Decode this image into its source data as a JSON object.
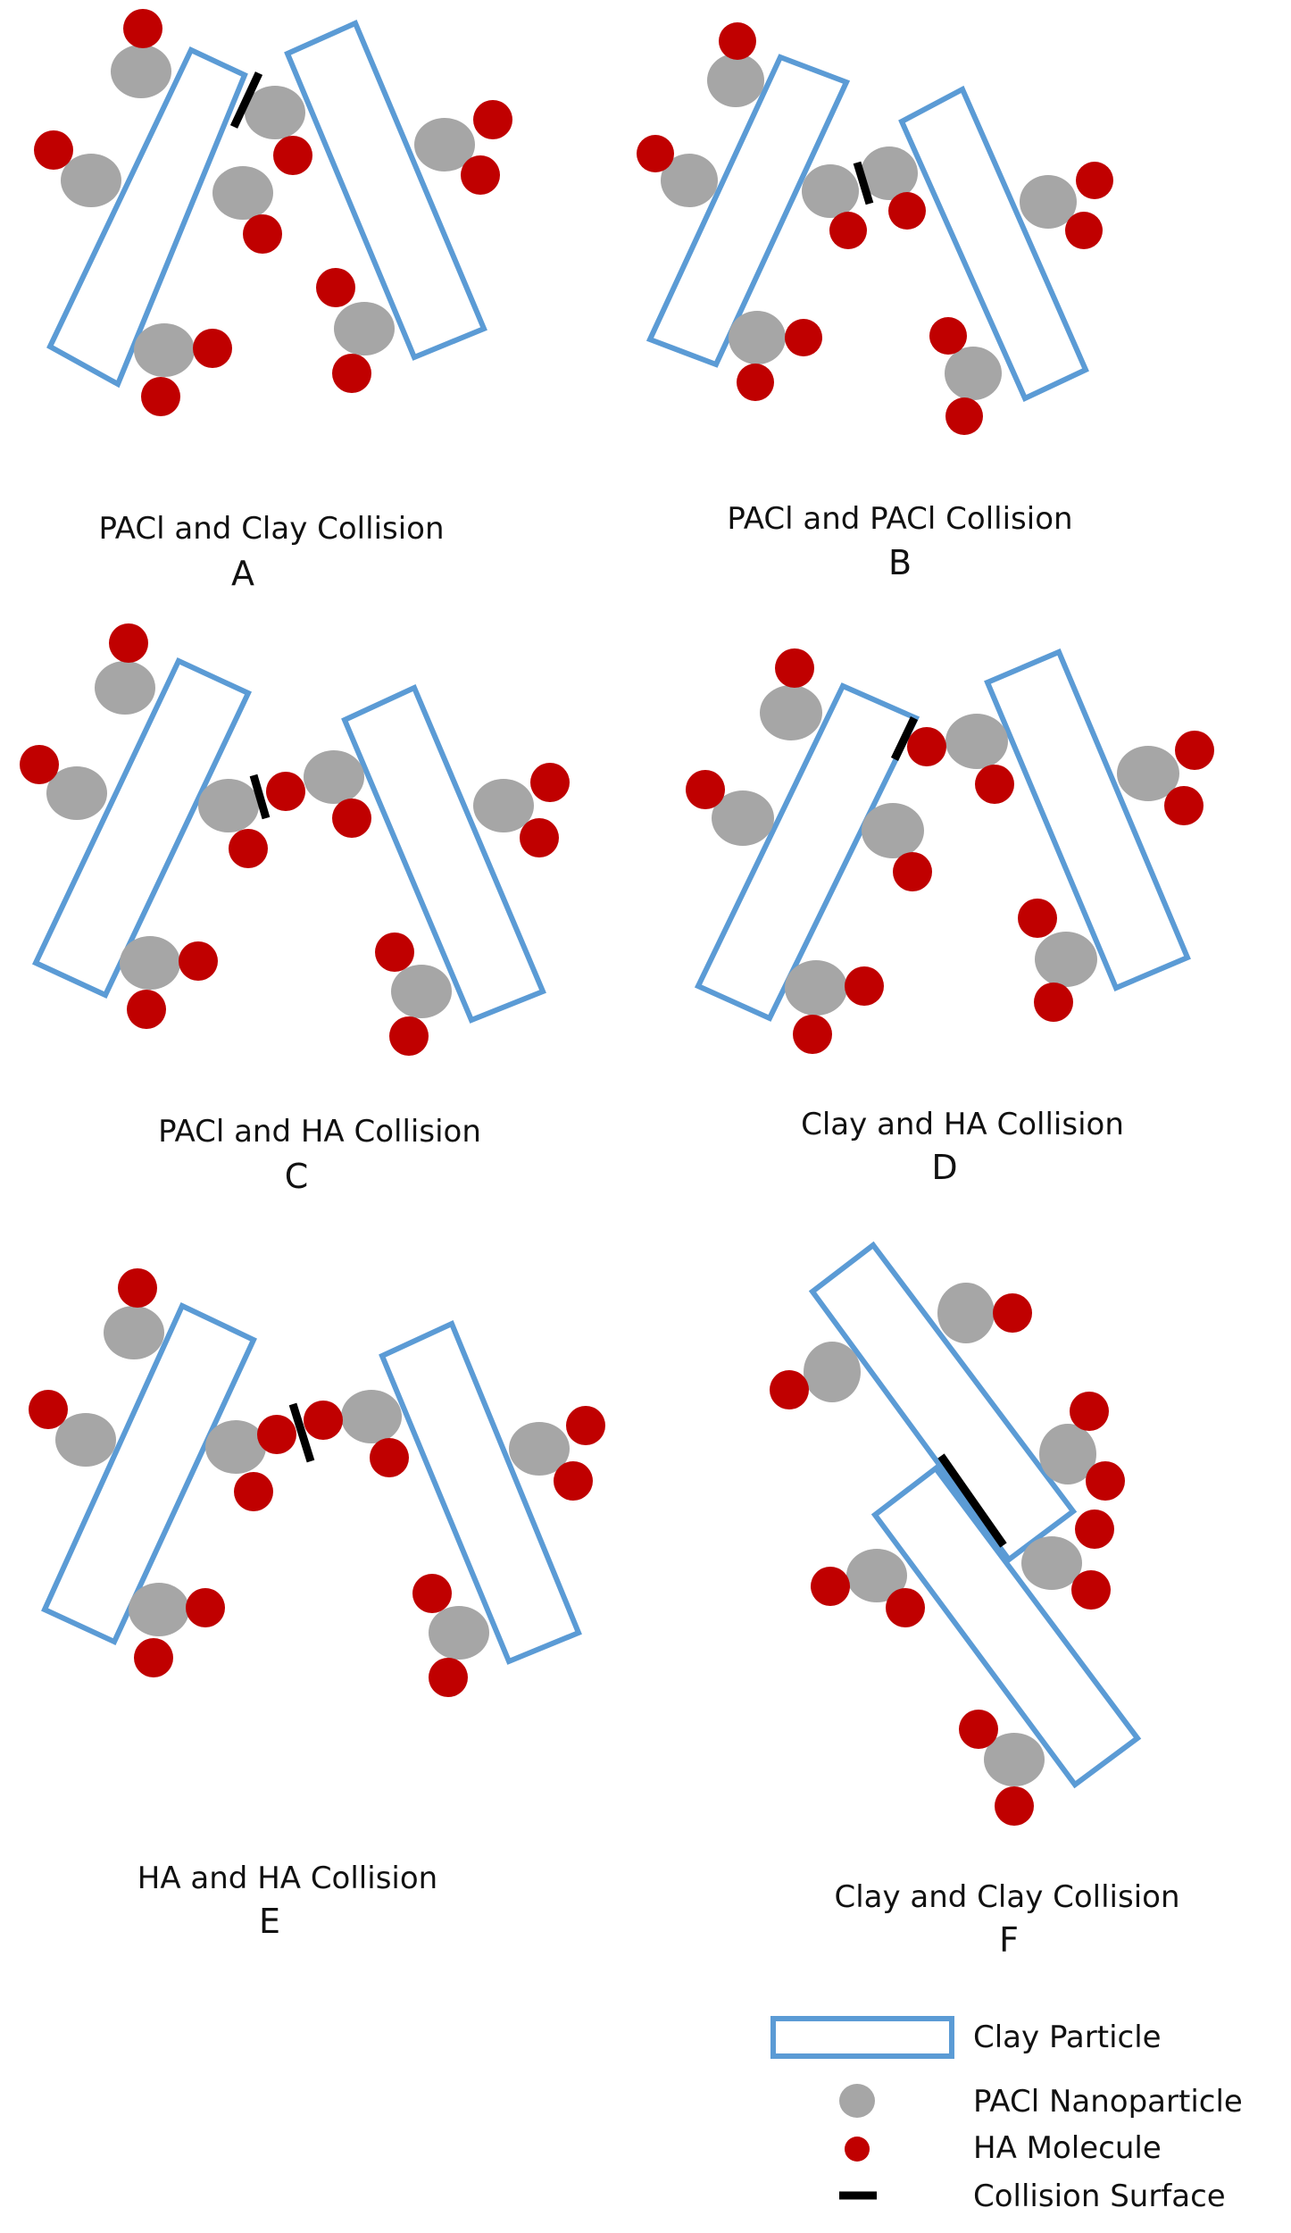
{
  "colors": {
    "clay": "#5b9bd5",
    "paci": "#a6a6a6",
    "ha": "#c00000",
    "collision": "#000000"
  },
  "panels": [
    {
      "letter": "A",
      "caption": "PACl and Clay Collision"
    },
    {
      "letter": "B",
      "caption": "PACl and PACl Collision"
    },
    {
      "letter": "C",
      "caption": "PACl and HA Collision"
    },
    {
      "letter": "D",
      "caption": "Clay and HA Collision"
    },
    {
      "letter": "E",
      "caption": "HA and HA Collision"
    },
    {
      "letter": "F",
      "caption": "Clay and Clay Collision"
    }
  ],
  "legend": {
    "clay": "Clay Particle",
    "paci": "PACl Nanoparticle",
    "ha": "HA Molecule",
    "collision": "Collision Surface"
  }
}
